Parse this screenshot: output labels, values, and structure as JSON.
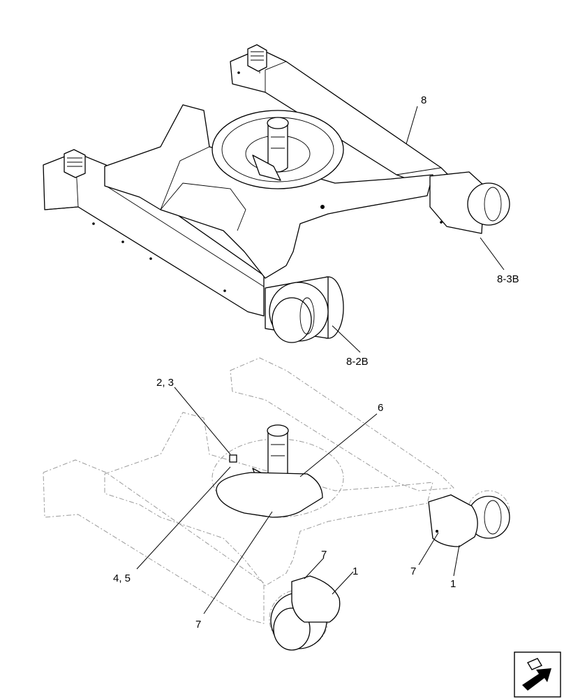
{
  "callouts": {
    "c8": "8",
    "c8_3b": "8-3B",
    "c8_2b": "8-2B",
    "c2_3": "2, 3",
    "c6": "6",
    "c4_5": "4, 5",
    "c7_center": "7",
    "c7_bottom": "7",
    "c1_bottom": "1",
    "c7_right": "7",
    "c1_right": "1"
  },
  "icons": {
    "nav": "next-page-arrow-icon"
  }
}
